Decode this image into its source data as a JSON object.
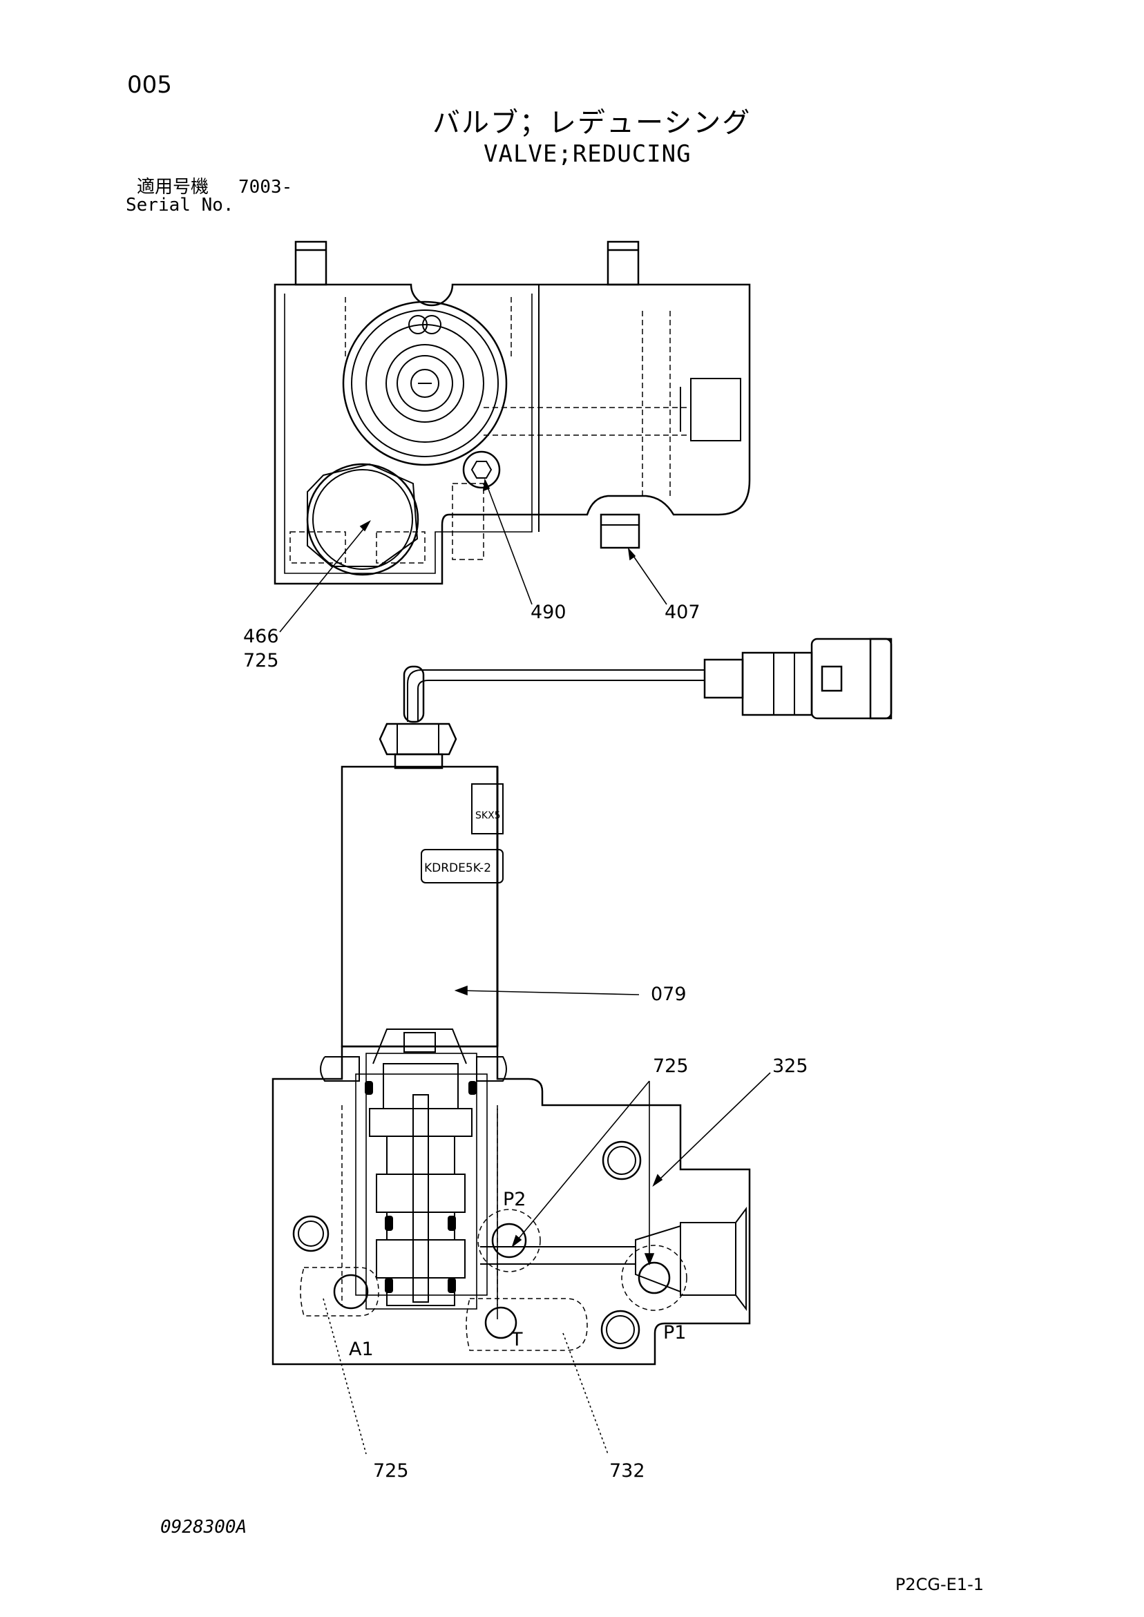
{
  "header": {
    "page_number": "005",
    "title_jp": "バルブ；レデューシング",
    "title_en": "VALVE;REDUCING",
    "serial_label_jp": "適用号機",
    "serial_value": "7003-",
    "serial_label_en": "Serial No."
  },
  "part_labels": {
    "p490": "490",
    "p407": "407",
    "p466": "466",
    "p725_top": "725",
    "p079": "079",
    "p725_mid": "725",
    "p325": "325",
    "p725_bottom": "725",
    "p732": "732"
  },
  "port_labels": {
    "p2": "P2",
    "p1": "P1",
    "a1": "A1",
    "t": "T"
  },
  "nameplates": {
    "upper": "SKX5",
    "lower": "KDRDE5K-2"
  },
  "footer": {
    "doc_code": "0928300A",
    "sheet_code": "P2CG-E1-1"
  }
}
